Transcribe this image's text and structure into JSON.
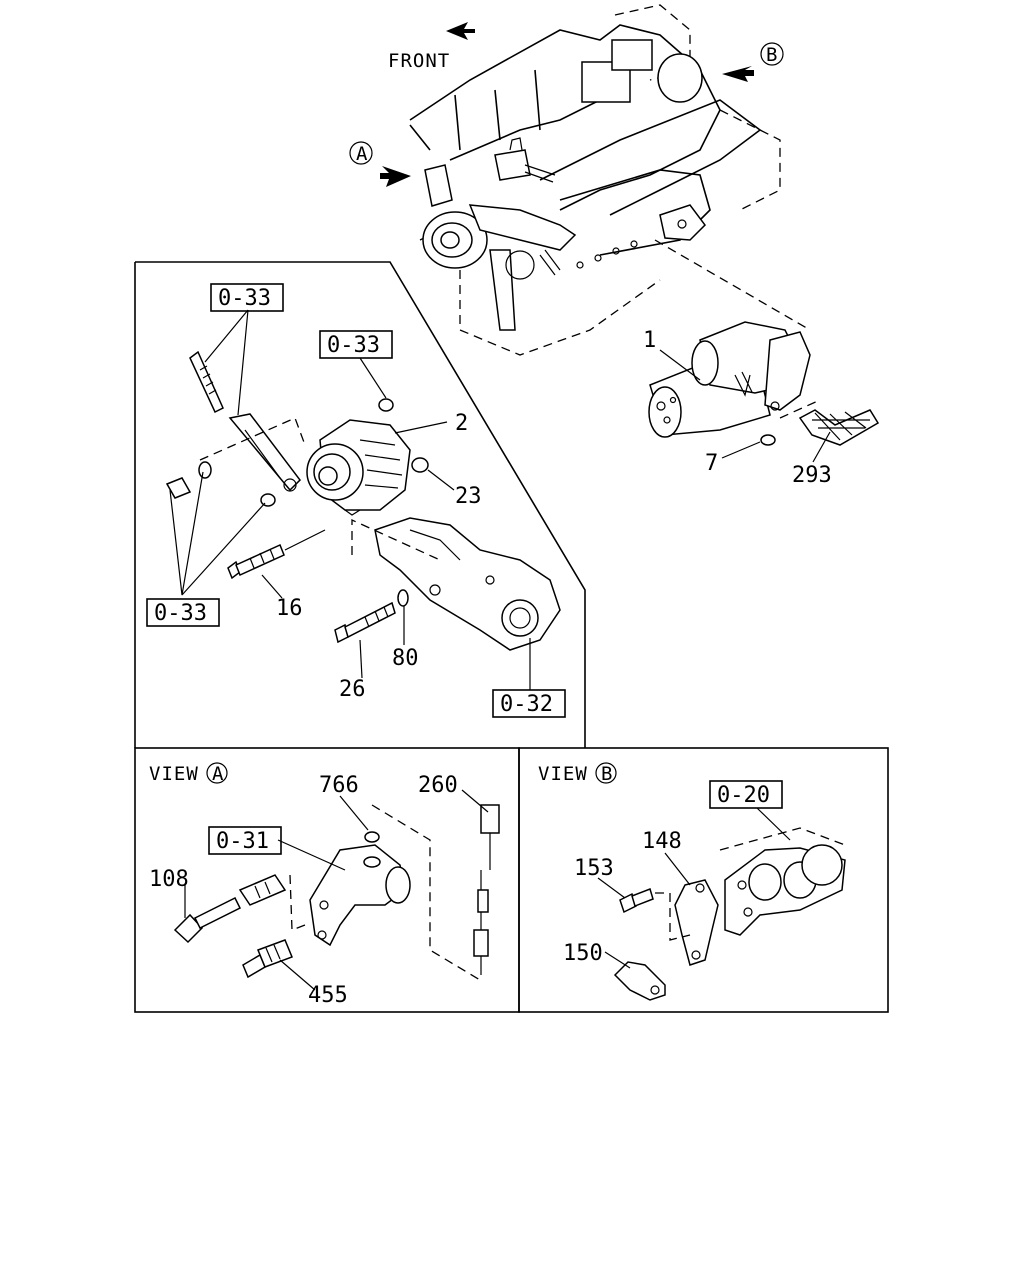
{
  "labels": {
    "front": "FRONT",
    "circle_a": "A",
    "circle_b": "B",
    "view_a_word": "VIEW",
    "view_a_letter": "A",
    "view_b_word": "VIEW",
    "view_b_letter": "B"
  },
  "refs": {
    "r033_top": "0-33",
    "r033_nut": "0-33",
    "r033_left": "0-33",
    "r032": "0-32",
    "r031": "0-31",
    "r020": "0-20"
  },
  "parts": {
    "p1": "1",
    "p2": "2",
    "p7": "7",
    "p16": "16",
    "p23": "23",
    "p26": "26",
    "p80": "80",
    "p108": "108",
    "p148": "148",
    "p150": "150",
    "p153": "153",
    "p260": "260",
    "p293": "293",
    "p455": "455",
    "p766": "766"
  }
}
